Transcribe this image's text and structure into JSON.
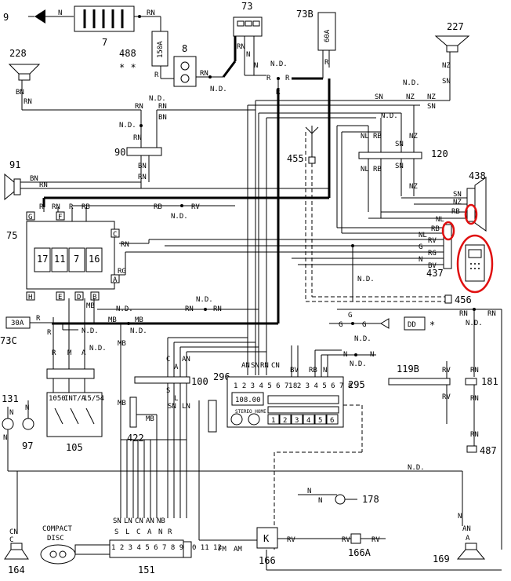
{
  "components": {
    "c9": "9",
    "c7": "7",
    "c73": "73",
    "c73b": "73B",
    "c227": "227",
    "c228": "228",
    "c488": "488",
    "c8": "8",
    "c90": "90",
    "c91": "91",
    "c455": "455",
    "c120": "120",
    "c438": "438",
    "c75": "75",
    "c437": "437",
    "c456": "456",
    "c73c": "73C",
    "c100": "100",
    "c296": "296",
    "c295": "295",
    "c119b": "119B",
    "c181": "181",
    "c131": "131",
    "c97": "97",
    "c105": "105",
    "c422": "422",
    "c487": "487",
    "c178": "178",
    "c164": "164",
    "c151": "151",
    "c166": "166",
    "c166a": "166A",
    "c169": "169"
  },
  "texts": {
    "compact": "COMPACT",
    "disc": "DISC",
    "fuse_150a": "150A",
    "fuse_60a": "60A",
    "fuse_30a": "30A",
    "stars": "* *",
    "star": "*",
    "radio_display": "108.00",
    "radio_sub": "STEREO  HOME  LE",
    "fuse_1050": "1050",
    "fuse_intd": "INT/A",
    "fuse_1554": "15/54",
    "fm": "FM",
    "am": "AM",
    "k": "K",
    "dd": "DD"
  },
  "relay_numbers": [
    "17",
    "11",
    "7",
    "16"
  ],
  "relay_pins": [
    "G",
    "F",
    "C",
    "A",
    "B",
    "E",
    "H",
    "D"
  ],
  "radio_buttons": [
    "1",
    "2",
    "3",
    "4",
    "5",
    "6"
  ],
  "connector_296_pins": "1 2 3 4 5 6 7 8",
  "connector_295_pins": "1 2 3 4 5 6 7 8",
  "connector_151_pins": "1 2 3 4 5 6 7 8 9 10 11 12",
  "wire_codes": {
    "N": "N",
    "RN": "RN",
    "BN": "BN",
    "NZ": "NZ",
    "SN": "SN",
    "NL": "NL",
    "RB": "RB",
    "RV": "RV",
    "G": "G",
    "RG": "RG",
    "BV": "BV",
    "MB": "MB",
    "R": "R",
    "M": "M",
    "A": "A",
    "C": "C",
    "CN": "CN",
    "AN": "AN",
    "S": "S",
    "L": "L",
    "LN": "LN",
    "NB": "NB",
    "ND": "N.D."
  },
  "highlight_color": "#e01010"
}
